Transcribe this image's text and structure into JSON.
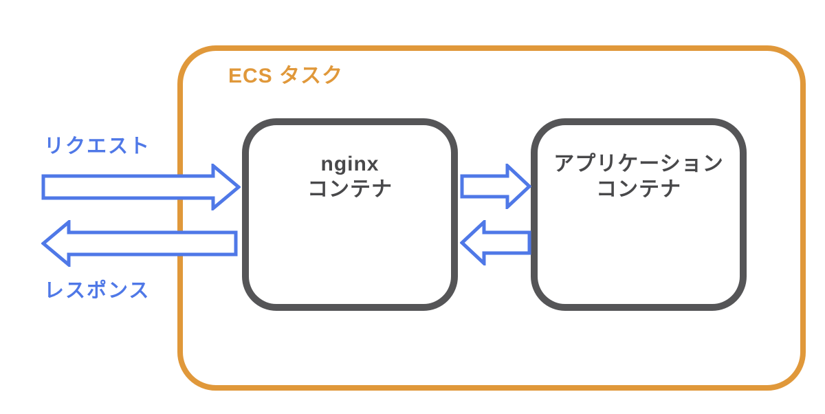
{
  "diagram": {
    "ecs_task": {
      "label": "ECS タスク"
    },
    "containers": [
      {
        "id": "nginx-container",
        "line1": "nginx",
        "line2": "コンテナ"
      },
      {
        "id": "application-container",
        "line1": "アプリケーション",
        "line2": "コンテナ"
      }
    ],
    "flows": {
      "request_label": "リクエスト",
      "response_label": "レスポンス"
    },
    "colors": {
      "ecs_border_orange": "#e0983a",
      "container_border_gray": "#555557",
      "arrow_blue": "#4f78e7",
      "container_text_gray": "#48484a",
      "arrow_fill": "#ffffff",
      "background": "#ffffff"
    }
  }
}
